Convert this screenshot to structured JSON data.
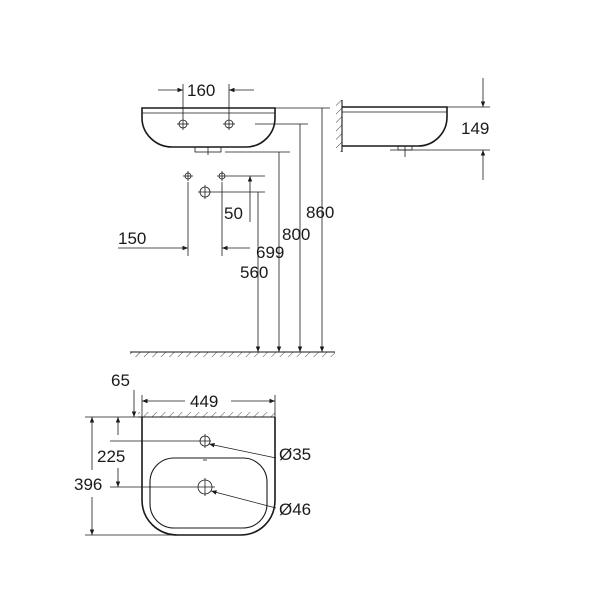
{
  "dimensions": {
    "tap_hole_spacing": "160",
    "basin_depth_side": "149",
    "fixing_bolt_offset": "50",
    "waste_offset": "150",
    "height_rim": "860",
    "height_top": "800",
    "height_fixing": "699",
    "height_waste": "560",
    "wall_gap": "65",
    "basin_width": "449",
    "tap_hole_diameter": "Ø35",
    "waste_distance": "225",
    "basin_projection": "396",
    "waste_diameter": "Ø46"
  }
}
